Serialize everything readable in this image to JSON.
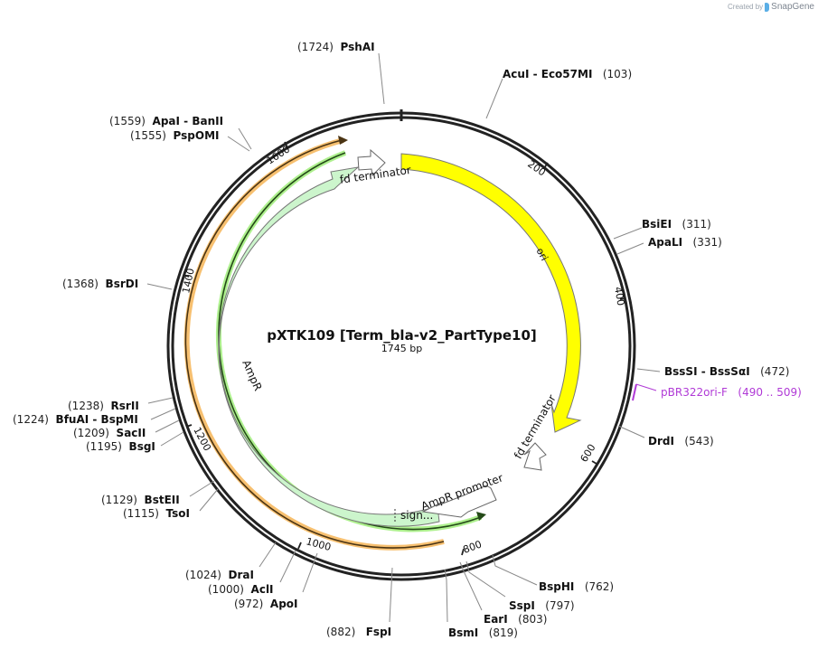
{
  "credit": {
    "prefix": "Created by",
    "brand": "SnapGene"
  },
  "plasmid": {
    "name": "pXTK109 [Term_bla-v2_PartType10]",
    "length_label": "1745 bp",
    "length": 1745
  },
  "ticks": [
    {
      "label": "200"
    },
    {
      "label": "400"
    },
    {
      "label": "600"
    },
    {
      "label": "800"
    },
    {
      "label": "1000"
    },
    {
      "label": "1200"
    },
    {
      "label": "1400"
    },
    {
      "label": "1600"
    }
  ],
  "features": [
    {
      "name": "ori",
      "color": "#ffff00"
    },
    {
      "name": "fd terminator",
      "color": "#ffffff",
      "note": "right"
    },
    {
      "name": "AmpR promoter",
      "color": "#ffffff"
    },
    {
      "name": "AmpR",
      "color": "#ccf5cc"
    },
    {
      "name": "sign...",
      "color": "#ccf5cc"
    },
    {
      "name": "fd terminator",
      "color": "#ffffff",
      "note": "top"
    }
  ],
  "sites": [
    {
      "name": "PshAI",
      "pos": "(1724)"
    },
    {
      "name": "AcuI  - Eco57MI",
      "pos": "(103)"
    },
    {
      "name": "ApaI  - BanII",
      "pos": "(1559)"
    },
    {
      "name": "PspOMI",
      "pos": "(1555)"
    },
    {
      "name": "BsiEI",
      "pos": "(311)"
    },
    {
      "name": "ApaLI",
      "pos": "(331)"
    },
    {
      "name": "BsrDI",
      "pos": "(1368)"
    },
    {
      "name": "BssSI  - BssSαI",
      "pos": "(472)"
    },
    {
      "name": "DrdI",
      "pos": "(543)"
    },
    {
      "name": "RsrII",
      "pos": "(1238)"
    },
    {
      "name": "BfuAI  - BspMI",
      "pos": "(1224)"
    },
    {
      "name": "SacII",
      "pos": "(1209)"
    },
    {
      "name": "BsgI",
      "pos": "(1195)"
    },
    {
      "name": "BstEII",
      "pos": "(1129)"
    },
    {
      "name": "TsoI",
      "pos": "(1115)"
    },
    {
      "name": "DraI",
      "pos": "(1024)"
    },
    {
      "name": "AclI",
      "pos": "(1000)"
    },
    {
      "name": "ApoI",
      "pos": "(972)"
    },
    {
      "name": "FspI",
      "pos": "(882)"
    },
    {
      "name": "BsmI",
      "pos": "(819)"
    },
    {
      "name": "EarI",
      "pos": "(803)"
    },
    {
      "name": "SspI",
      "pos": "(797)"
    },
    {
      "name": "BspHI",
      "pos": "(762)"
    }
  ],
  "primers": [
    {
      "name": "pBR322ori-F",
      "pos": "(490 .. 509)",
      "color": "#b03ad6"
    }
  ]
}
